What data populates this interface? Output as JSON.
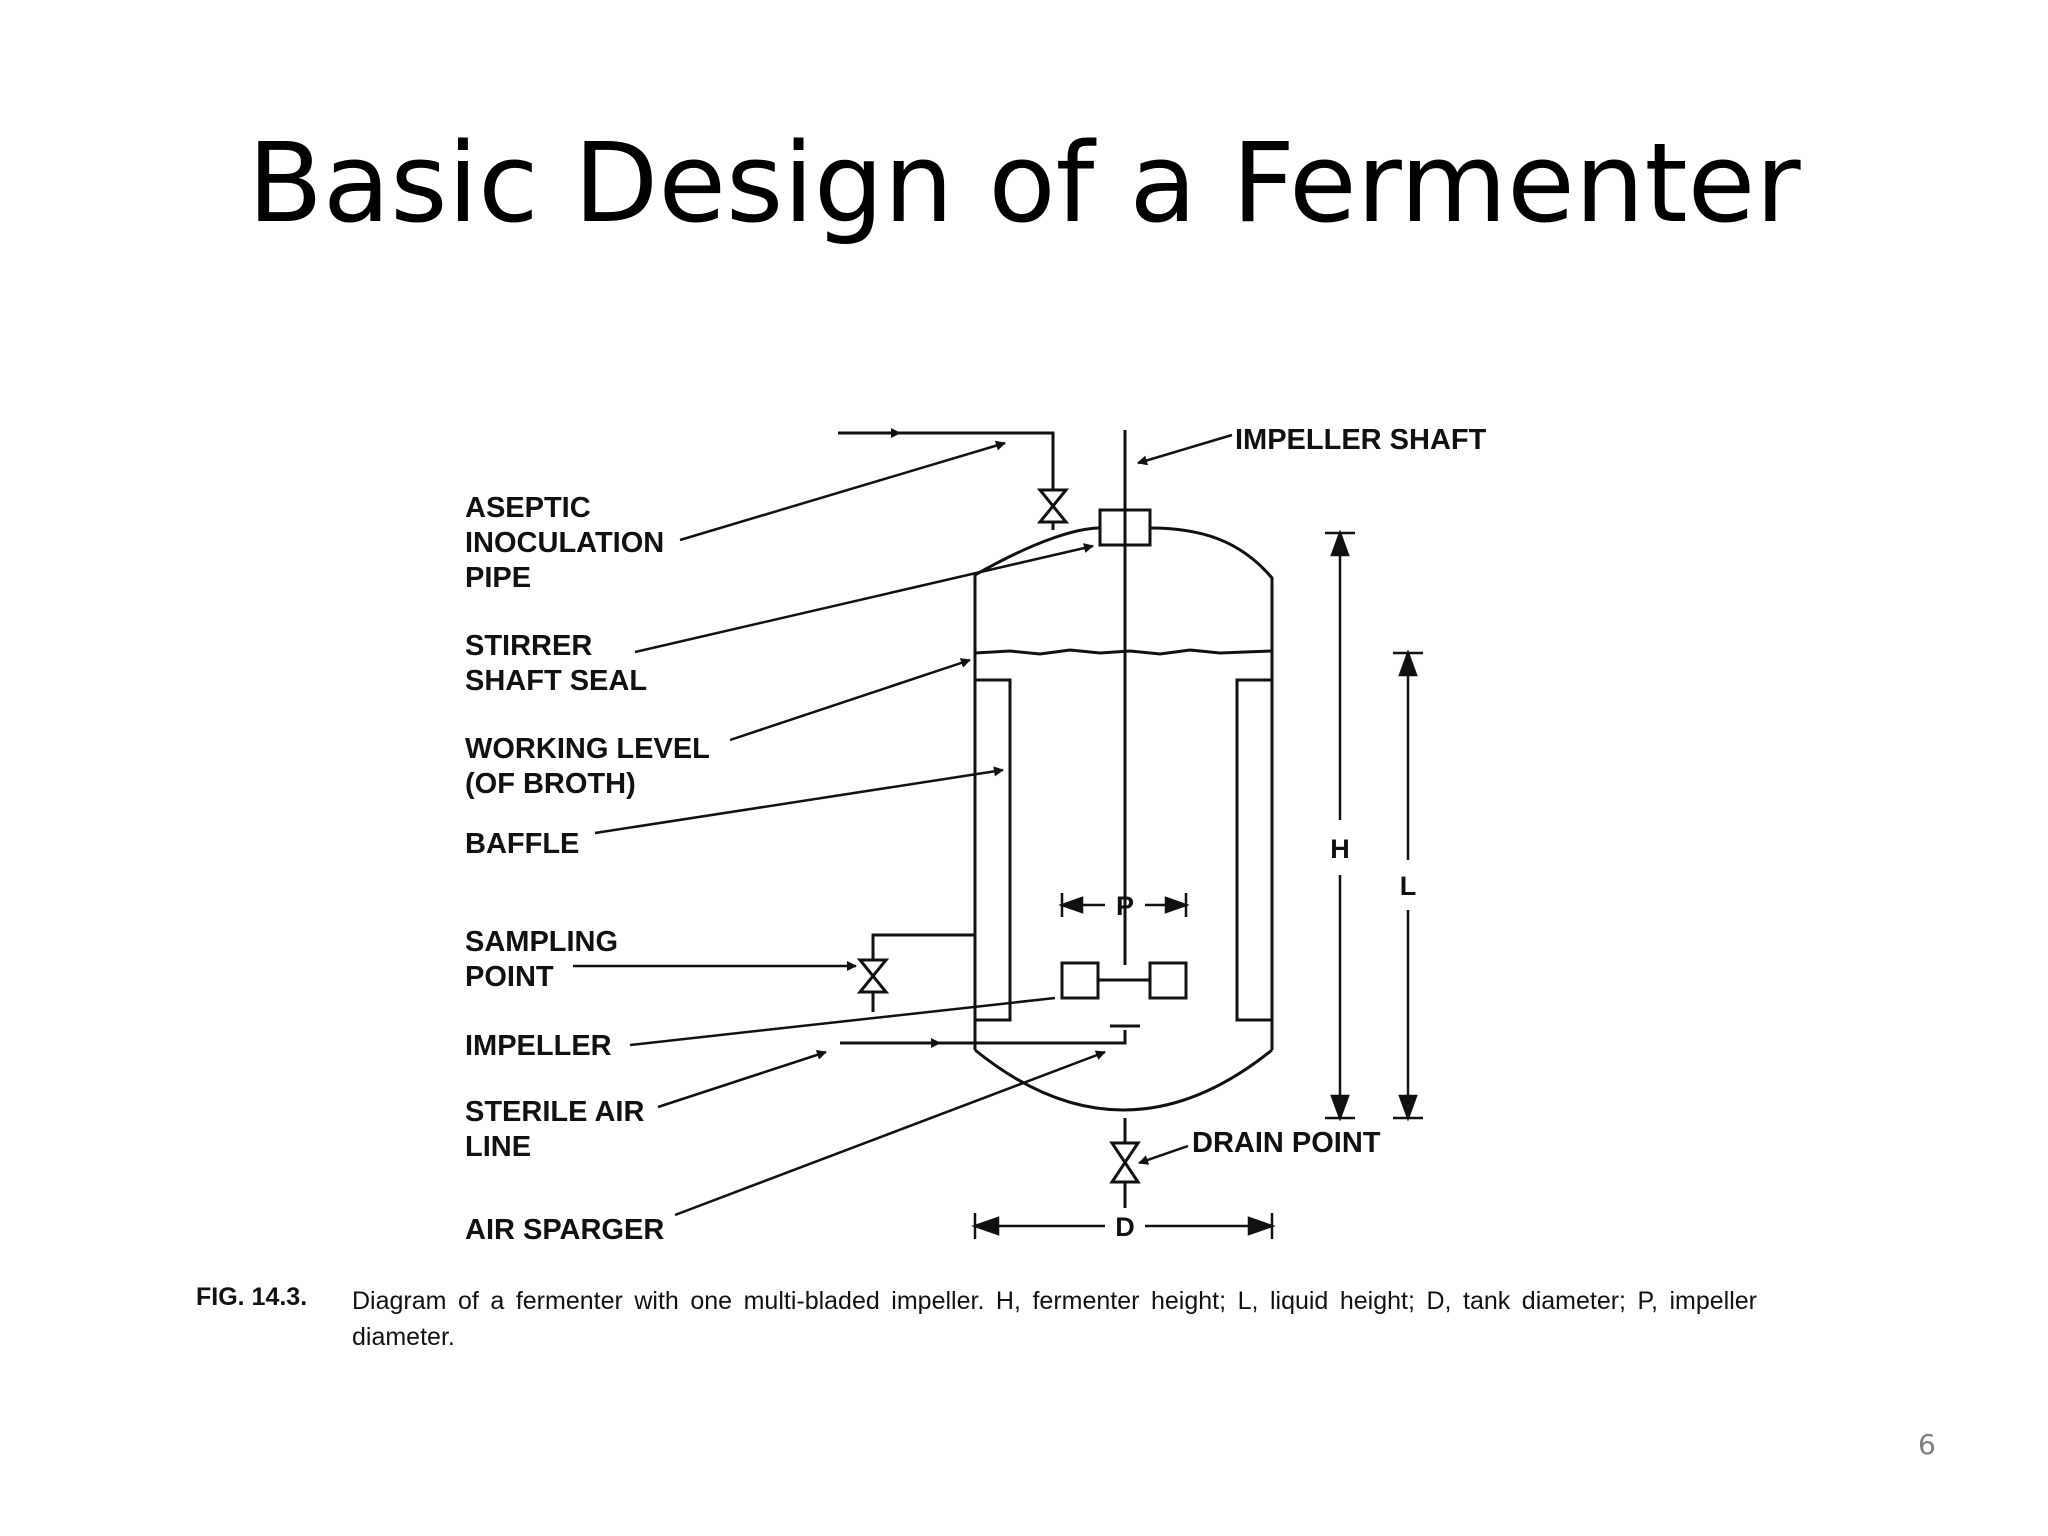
{
  "slide": {
    "title": "Basic Design of a Fermenter",
    "page_number": "6"
  },
  "diagram": {
    "labels": {
      "aseptic_line1": "ASEPTIC",
      "aseptic_line2": "INOCULATION",
      "aseptic_line3": "PIPE",
      "stirrer_line1": "STIRRER",
      "stirrer_line2": "SHAFT SEAL",
      "working_line1": "WORKING LEVEL",
      "working_line2": "(OF BROTH)",
      "baffle": "BAFFLE",
      "sampling_line1": "SAMPLING",
      "sampling_line2": "POINT",
      "impeller": "IMPELLER",
      "sterile_line1": "STERILE AIR",
      "sterile_line2": "LINE",
      "air_sparger": "AIR SPARGER",
      "impeller_shaft": "IMPELLER SHAFT",
      "drain_point": "DRAIN POINT"
    },
    "dimensions": {
      "h": "H",
      "l": "L",
      "p": "P",
      "d": "D"
    },
    "caption": {
      "label": "FIG. 14.3.",
      "text": "Diagram of a fermenter with one multi-bladed impeller. H, fermenter height; L, liquid height; D, tank diameter; P, impeller diameter."
    }
  }
}
